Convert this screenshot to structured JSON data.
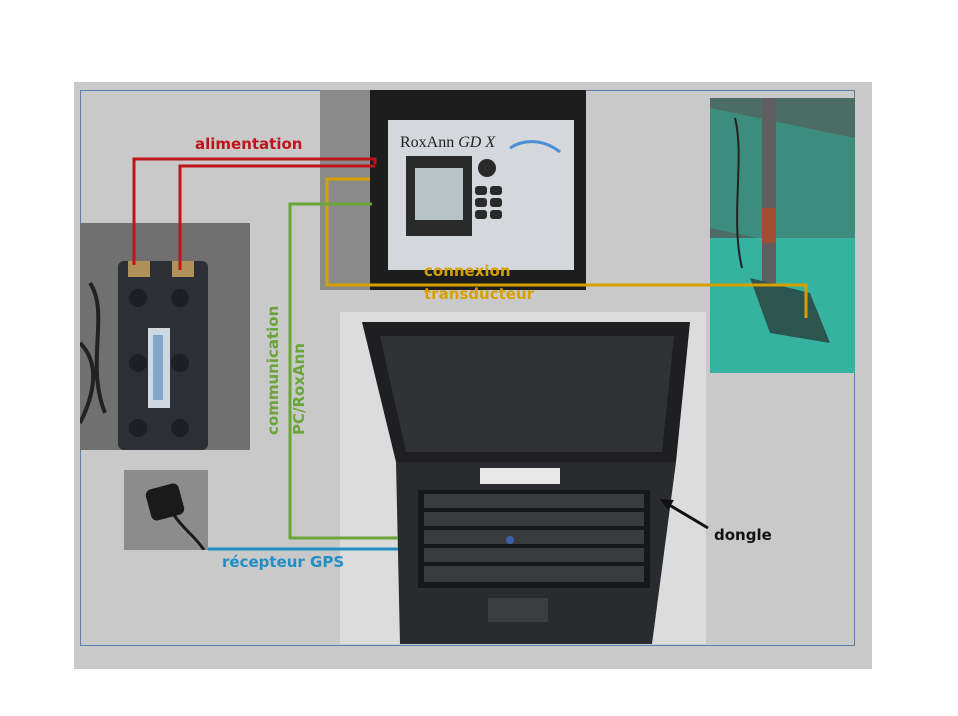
{
  "labels": {
    "power": "alimentation",
    "transducer_line1": "connexion",
    "transducer_line2": "transducteur",
    "comm_line1": "communication",
    "comm_line2": "PC/RoxAnn",
    "gps": "récepteur GPS",
    "dongle": "dongle"
  },
  "device": {
    "brand": "RoxAnn",
    "model": "GD X"
  },
  "colors": {
    "power": "#c0141b",
    "transducer": "#d6a100",
    "communication": "#6aa53a",
    "gps": "#1f8fc4",
    "arrow": "#111111"
  }
}
